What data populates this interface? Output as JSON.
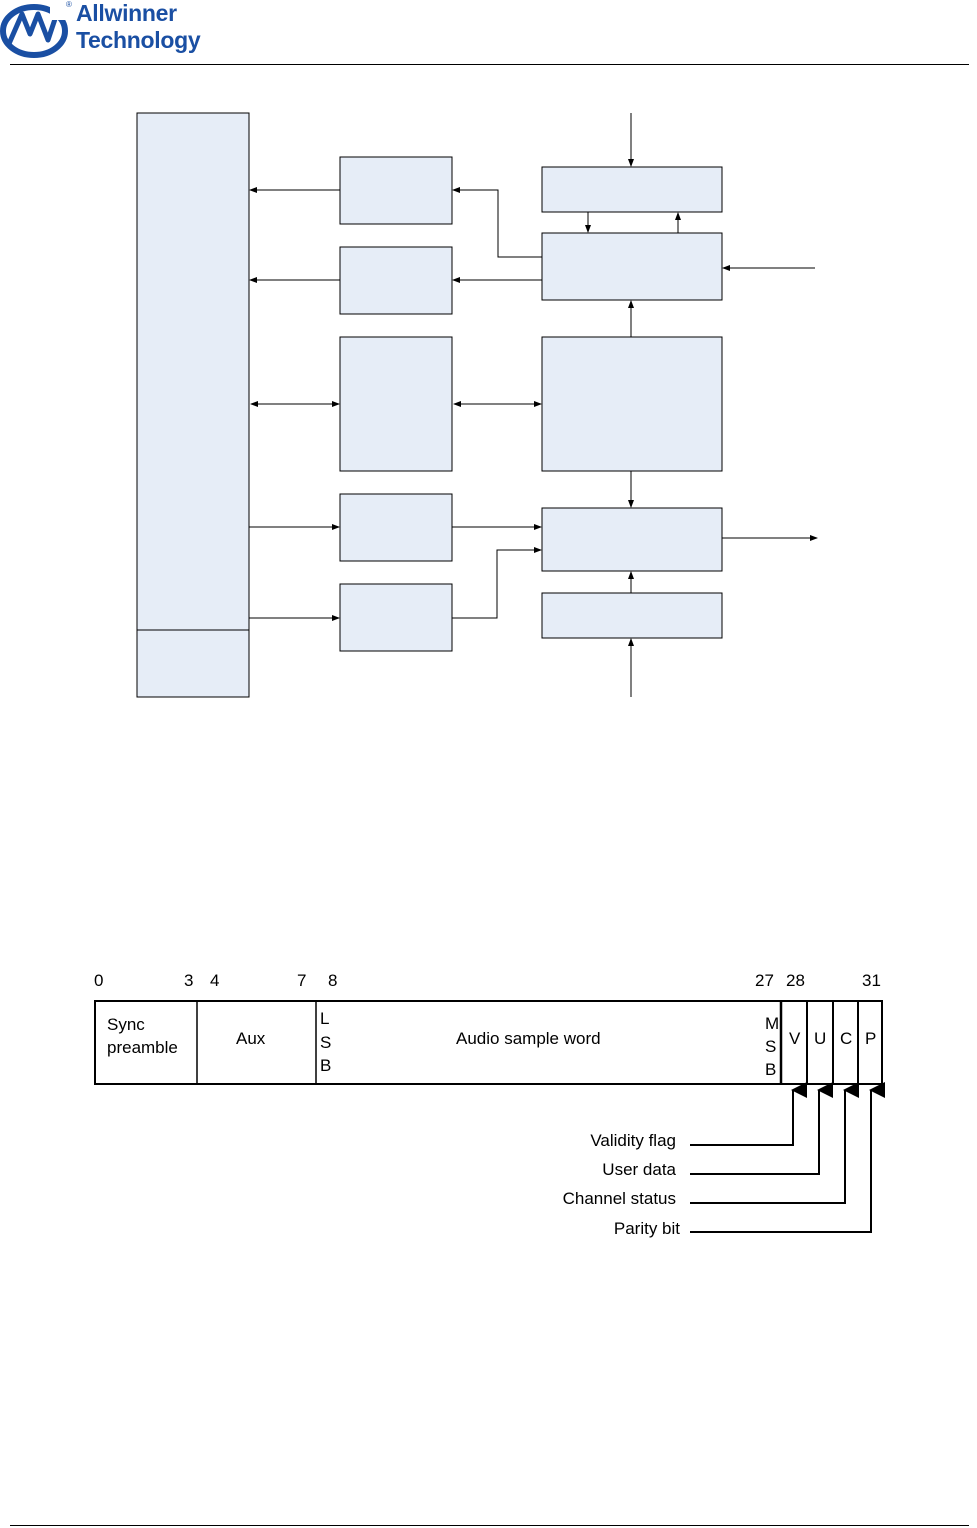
{
  "header": {
    "brand_line1": "Allwinner",
    "brand_line2": "Technology",
    "registered_mark": "®"
  },
  "colors": {
    "brand_blue": "#1a4fa3",
    "block_fill": "#e6edf7",
    "line": "#000000"
  },
  "frame": {
    "bit_labels": {
      "b0": "0",
      "b3": "3",
      "b4": "4",
      "b7": "7",
      "b8": "8",
      "b27": "27",
      "b28": "28",
      "b31": "31"
    },
    "fields": {
      "sync_line1": "Sync",
      "sync_line2": "preamble",
      "aux": "Aux",
      "lsb_l": "L",
      "lsb_s": "S",
      "lsb_b": "B",
      "audio": "Audio sample word",
      "msb_m": "M",
      "msb_s": "S",
      "msb_b": "B",
      "v": "V",
      "u": "U",
      "c": "C",
      "p": "P"
    },
    "callouts": {
      "validity": "Validity flag",
      "user": "User data",
      "channel": "Channel status",
      "parity": "Parity bit"
    }
  }
}
